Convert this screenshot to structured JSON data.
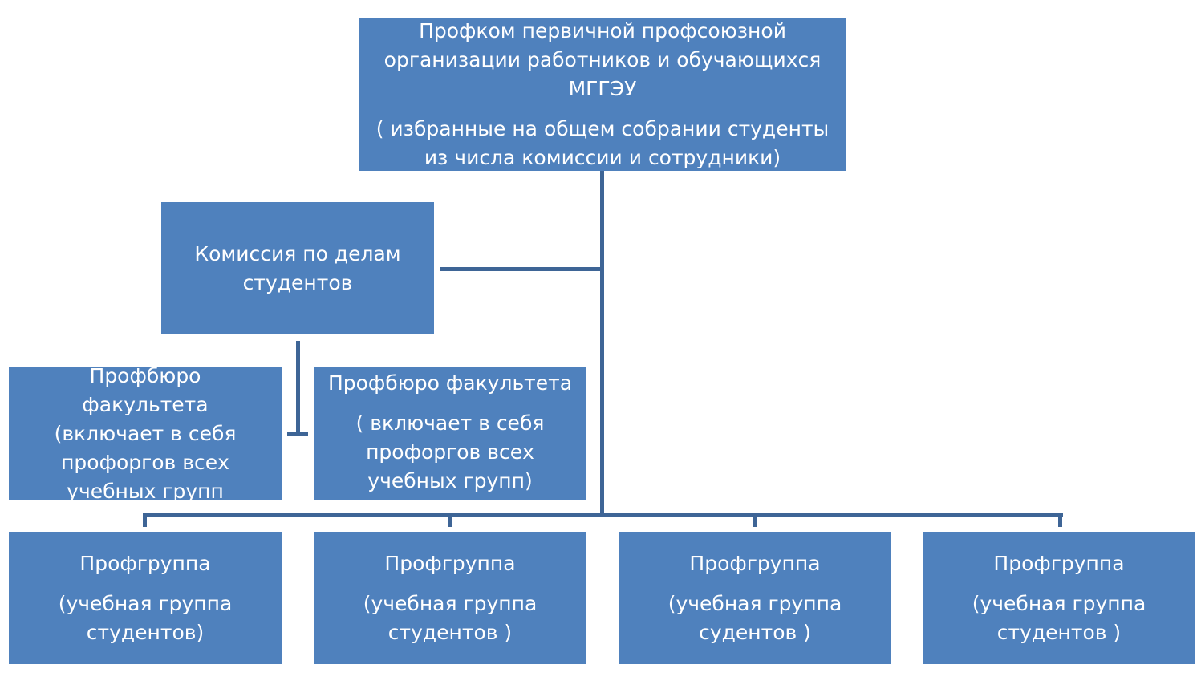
{
  "colors": {
    "box": "#4f81bd",
    "line": "#3e6596",
    "text": "#ffffff"
  },
  "top": {
    "title": "Профком первичной профсоюзной организации работников и обучающихся МГГЭУ",
    "note": "( избранные на общем собрании студенты из числа комиссии и сотрудники)"
  },
  "commission": {
    "title": "Комиссия по делам студентов"
  },
  "bureau_left": {
    "title": "Профбюро факультета (включает в себя профоргов всех учебных групп"
  },
  "bureau_right": {
    "title": "Профбюро факультета",
    "note": "( включает в себя профоргов всех учебных групп)"
  },
  "groups": [
    {
      "title": "Профгруппа",
      "note": "(учебная группа студентов)"
    },
    {
      "title": "Профгруппа",
      "note": "(учебная группа студентов )"
    },
    {
      "title": "Профгруппа",
      "note": "(учебная группа судентов )"
    },
    {
      "title": "Профгруппа",
      "note": "(учебная группа студентов )"
    }
  ]
}
